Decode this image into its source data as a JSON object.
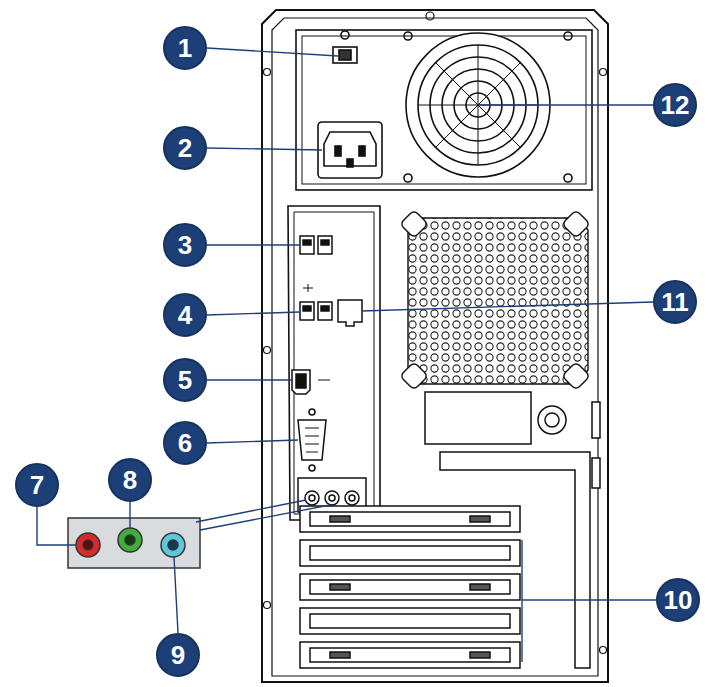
{
  "diagram": {
    "nodes": [
      {
        "text": [
          "1"
        ]
      },
      {
        "text": [
          "12"
        ]
      },
      {
        "text": [
          "2"
        ]
      },
      {
        "text": [
          "3"
        ]
      },
      {
        "text": [
          "4"
        ]
      },
      {
        "text": [
          "11"
        ]
      },
      {
        "text": [
          "5"
        ]
      },
      {
        "text": [
          "6"
        ]
      },
      {
        "text": [
          "7"
        ]
      },
      {
        "text": [
          "8"
        ]
      },
      {
        "text": [
          "10"
        ]
      },
      {
        "text": [
          "9"
        ]
      }
    ]
  }
}
